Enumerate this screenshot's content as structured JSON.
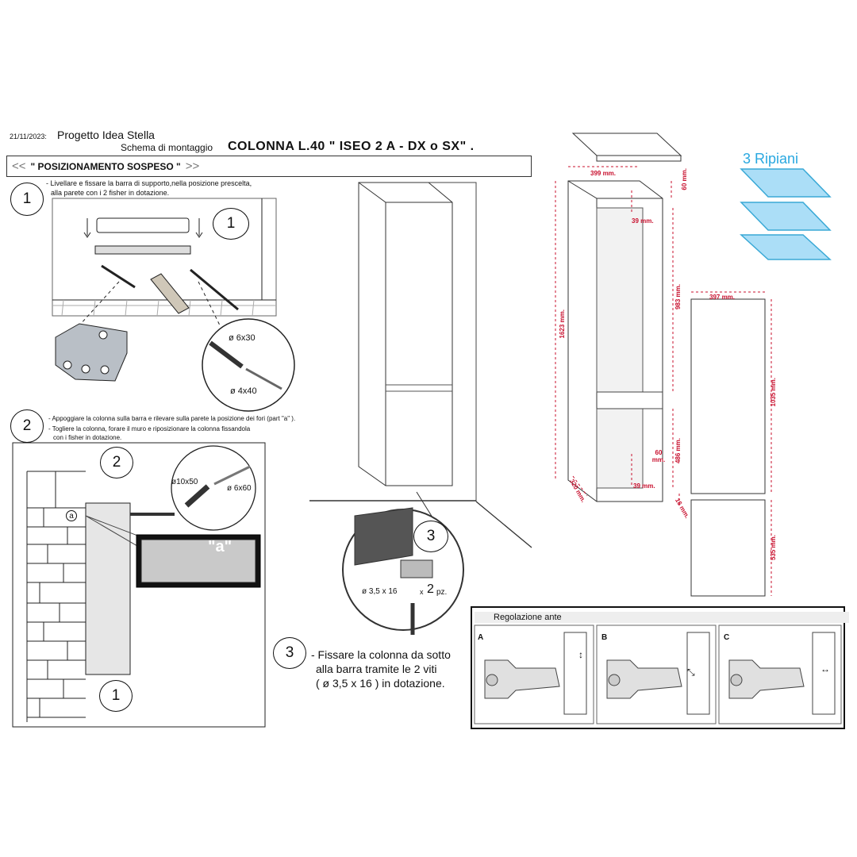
{
  "header": {
    "date": "21/11/2023:",
    "project": "Progetto Idea Stella",
    "subtitle": "Schema di montaggio",
    "title": "COLONNA  L.40  \" ISEO  2 A - DX o SX\" .",
    "banner": "\" POSIZIONAMENTO SOSPESO \"",
    "banner_left": "<<",
    "banner_right": ">>"
  },
  "step1": {
    "number": "1",
    "text_line1": "- Livellare e fissare la barra di supporto,nella posizione prescelta,",
    "text_line2": "alla parete con i 2 fisher in dotazione.",
    "screw1": "ø 6x30",
    "screw2": "ø 4x40"
  },
  "step2": {
    "number": "2",
    "text_line1": "- Appoggiare la colonna sulla barra e rilevare sulla parete la posizione dei fori (part \"a\" ).",
    "text_line2": "- Togliere la colonna, forare il muro e riposizionare la colonna fissandola",
    "text_line3": "con i fisher in dotazione.",
    "part_marker": "a",
    "photo_label": "\"a\"",
    "screw1": "ø10x50",
    "screw2": "ø 6x60",
    "inner_number_1": "1"
  },
  "step3": {
    "number": "3",
    "screw_spec": "ø 3,5 x 16",
    "quantity_x": "x",
    "quantity": "2",
    "quantity_unit": "pz.",
    "text_line1": "- Fissare la colonna da sotto",
    "text_line2": "alla barra tramite le 2 viti",
    "text_line3": "( ø 3,5 x 16 )  in dotazione."
  },
  "dimensions": {
    "top_width": "399 mm.",
    "top_thickness": "60 mm.",
    "side_gap": "39 mm.",
    "height_total": "1623 mm.",
    "upper_compartment": "983 mm.",
    "lower_compartment": "486 mm.",
    "plinth": "60 mm.",
    "plinth_gap": "39 mm.",
    "depth": "320 mm.",
    "door_width": "397 mm.",
    "door_upper_height": "1035 mm.",
    "door_gap": "16 mm.",
    "door_lower_height": "535 mm."
  },
  "shelves": {
    "title": "3 Ripiani",
    "count": 3,
    "color": "#8fd3f4"
  },
  "regolazione": {
    "title": "Regolazione ante",
    "panels": [
      "A",
      "B",
      "C"
    ]
  },
  "colors": {
    "dimension_red": "#c8102e",
    "accent_blue": "#29a8e0"
  }
}
